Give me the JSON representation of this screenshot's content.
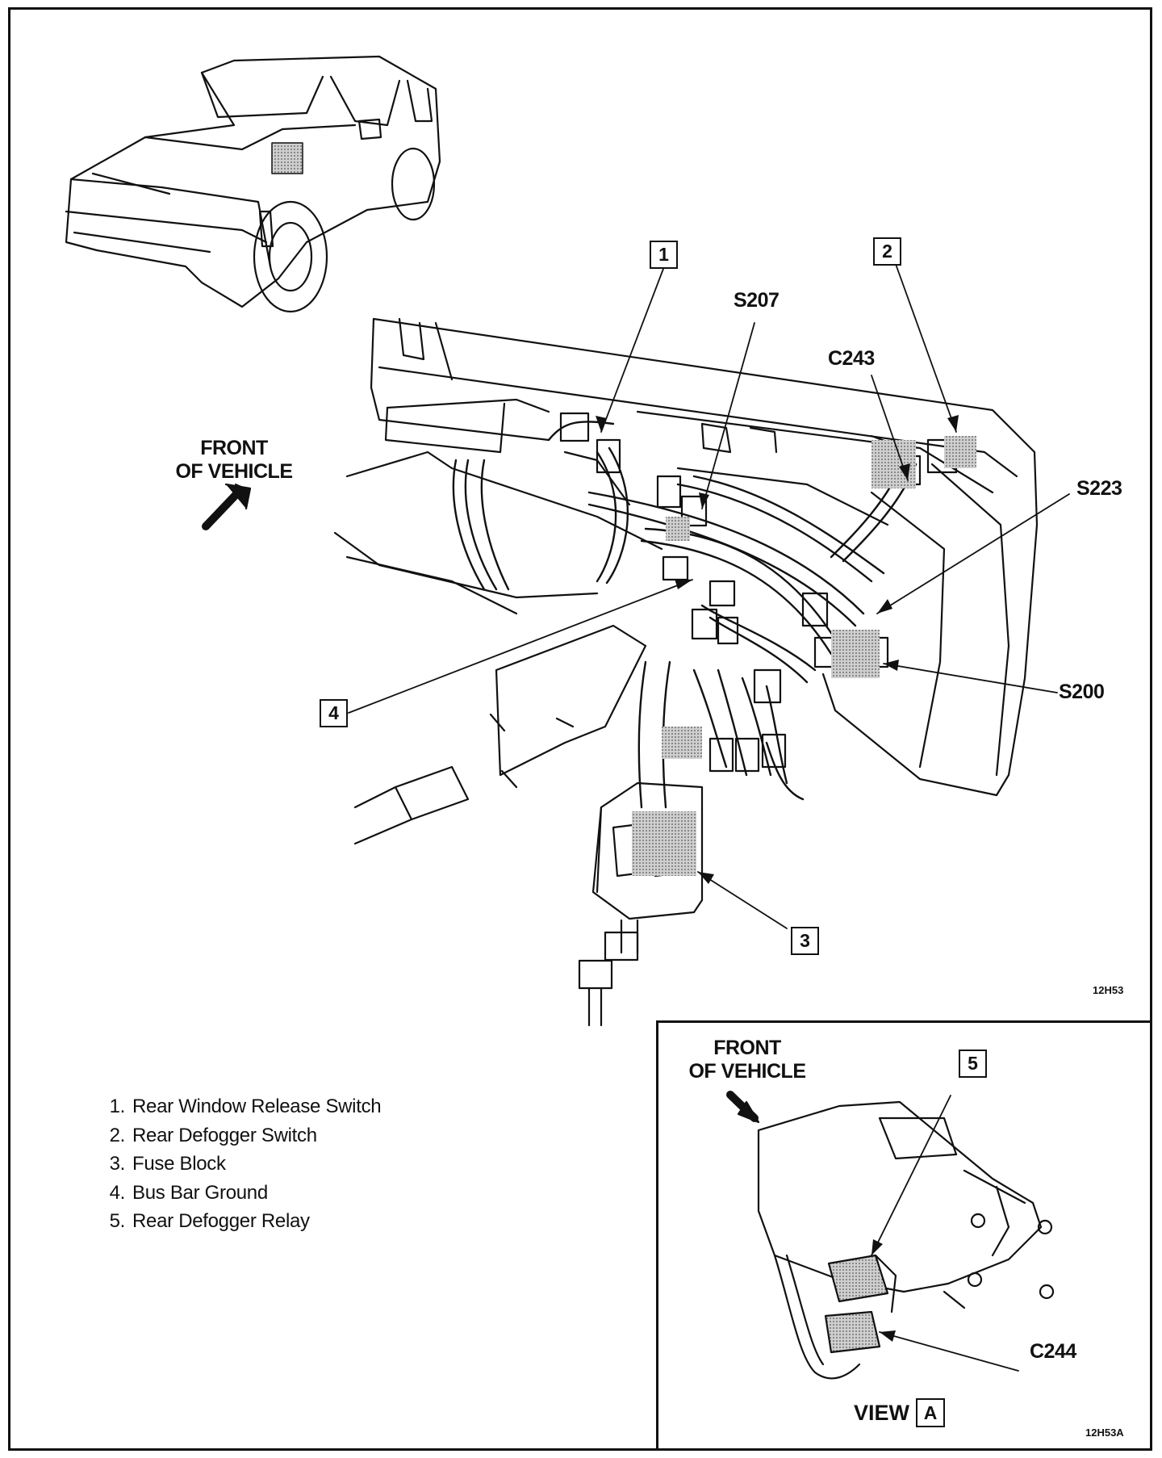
{
  "callouts": [
    {
      "number": "1"
    },
    {
      "number": "2"
    },
    {
      "number": "3"
    },
    {
      "number": "4"
    },
    {
      "number": "5"
    }
  ],
  "splices": {
    "s207": "S207",
    "c243": "C243",
    "s223": "S223",
    "s200": "S200",
    "c244": "C244"
  },
  "front_of_vehicle_main": [
    "FRONT",
    "OF VEHICLE"
  ],
  "front_of_vehicle_view": [
    "FRONT",
    "OF VEHICLE"
  ],
  "legend": [
    {
      "num": "1.",
      "text": "Rear Window Release Switch"
    },
    {
      "num": "2.",
      "text": "Rear Defogger Switch"
    },
    {
      "num": "3.",
      "text": "Fuse Block"
    },
    {
      "num": "4.",
      "text": "Bus Bar Ground"
    },
    {
      "num": "5.",
      "text": "Rear Defogger Relay"
    }
  ],
  "view": {
    "label": "VIEW",
    "letter": "A"
  },
  "figure_codes": {
    "main": "12H53",
    "view": "12H53A"
  },
  "colors": {
    "line": "#111111",
    "shade": "#b8b8b8",
    "background": "#ffffff"
  }
}
